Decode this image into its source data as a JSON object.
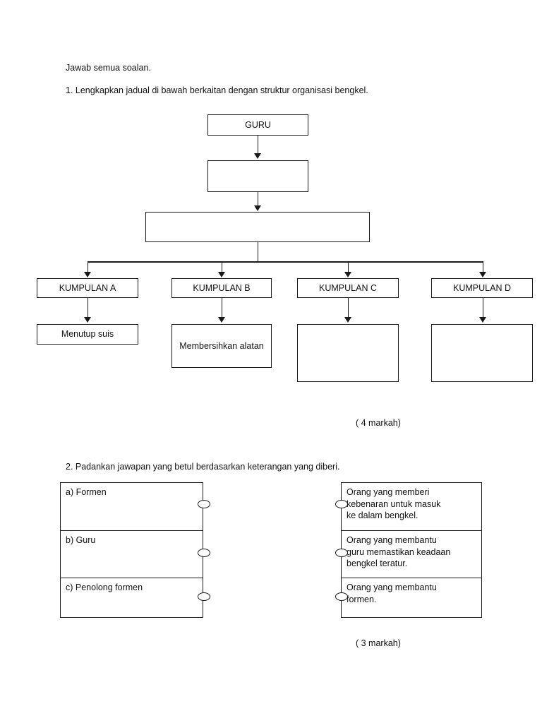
{
  "document": {
    "instruction": "Jawab semua soalan."
  },
  "question1": {
    "number_text": "1. Lengkapkan jadual di bawah berkaitan dengan struktur organisasi bengkel.",
    "marks": "( 4 markah)",
    "chart": {
      "level1": {
        "label": "GURU"
      },
      "level2": {
        "label": ""
      },
      "level3": {
        "label": ""
      },
      "groups": [
        {
          "label": "KUMPULAN  A",
          "task": "Menutup suis"
        },
        {
          "label": "KUMPULAN  B",
          "task": "Membersihkan\nalatan"
        },
        {
          "label": "KUMPULAN  C",
          "task": ""
        },
        {
          "label": "KUMPULAN  D",
          "task": ""
        }
      ]
    }
  },
  "question2": {
    "number_text": "2. Padankan jawapan yang betul berdasarkan keterangan yang diberi.",
    "marks": "( 3 markah)",
    "left_items": [
      {
        "label": "a) Formen"
      },
      {
        "label": "b) Guru"
      },
      {
        "label": "c) Penolong formen"
      }
    ],
    "right_items": [
      {
        "line1": "Orang yang memberi",
        "line2": "kebenaran untuk masuk",
        "line3": "ke dalam bengkel."
      },
      {
        "line1": "Orang yang membantu",
        "line2": "guru memastikan keadaan",
        "line3": "bengkel teratur."
      },
      {
        "line1": "Orang yang membantu",
        "line2": "formen.",
        "line3": ""
      }
    ]
  },
  "colors": {
    "ink": "#111111",
    "stroke": "#1a1a1a",
    "paper": "#ffffff"
  }
}
